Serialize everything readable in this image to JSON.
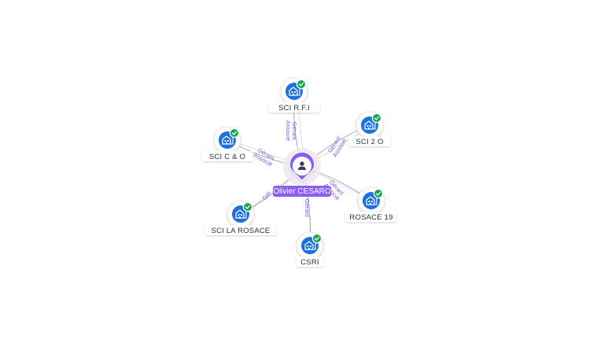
{
  "colors": {
    "accent": "#8b5cf6",
    "company_blue": "#1e6fe0",
    "check_green": "#16a34a",
    "edge": "#9aa0ad",
    "edge_label": "#7c5ce0"
  },
  "center": {
    "name": "Olivier CESARO",
    "icon": "person-icon"
  },
  "companies": [
    {
      "id": "sci-rfi",
      "label": "SCI R.F.I",
      "icon": "building-icon",
      "badge": "check-icon"
    },
    {
      "id": "sci-2o",
      "label": "SCI 2 O",
      "icon": "building-icon",
      "badge": "check-icon"
    },
    {
      "id": "sci-co",
      "label": "SCI C & O",
      "icon": "building-icon",
      "badge": "check-icon"
    },
    {
      "id": "rosace-19",
      "label": "ROSACE 19",
      "icon": "building-icon",
      "badge": "check-icon"
    },
    {
      "id": "sci-la-rosace",
      "label": "SCI LA ROSACE",
      "icon": "building-icon",
      "badge": "check-icon"
    },
    {
      "id": "csri",
      "label": "CSRI",
      "icon": "building-icon",
      "badge": "check-icon"
    }
  ],
  "edges": [
    {
      "to": "sci-rfi",
      "lines": [
        "Gérant",
        "Associé"
      ]
    },
    {
      "to": "sci-2o",
      "lines": [
        "Gérant",
        "Associé"
      ]
    },
    {
      "to": "sci-co",
      "lines": [
        "Gérant",
        "Associé"
      ]
    },
    {
      "to": "rosace-19",
      "lines": [
        "Gérant",
        "Associé"
      ]
    },
    {
      "to": "sci-la-rosace",
      "lines": [
        "Gér"
      ]
    },
    {
      "to": "csri",
      "lines": [
        "Gérant"
      ]
    }
  ]
}
